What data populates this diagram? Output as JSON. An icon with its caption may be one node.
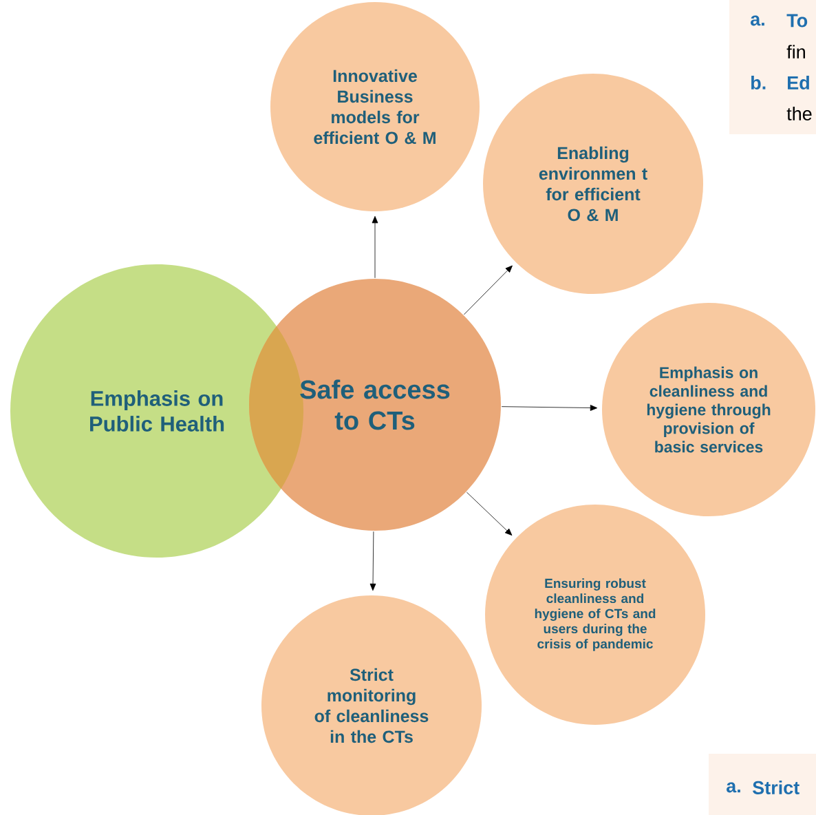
{
  "diagram": {
    "nodes": [
      {
        "text": [
          "Emphasis on Public Health"
        ]
      },
      {
        "text": [
          "Safe access to CTs"
        ]
      },
      {
        "text": [
          "Innovative Business models for efficient O & M"
        ]
      },
      {
        "text": [
          "Enabling environmen t for efficient O & M"
        ]
      },
      {
        "text": [
          "Emphasis on cleanliness and hygiene through provision of basic services"
        ]
      },
      {
        "text": [
          "Ensuring robust cleanliness and hygiene of CTs and users during the crisis of pandemic"
        ]
      },
      {
        "text": [
          "Strict monitoring of cleanliness in the CTs"
        ]
      }
    ],
    "edges": [
      {
        "from": 1,
        "to": 2,
        "arrow": "to"
      },
      {
        "from": 1,
        "to": 3,
        "arrow": "to"
      },
      {
        "from": 1,
        "to": 4,
        "arrow": "to"
      },
      {
        "from": 1,
        "to": 5,
        "arrow": "to"
      },
      {
        "from": 1,
        "to": 6,
        "arrow": "to"
      }
    ],
    "labels": [
      "a.",
      "To",
      "fin",
      "b.",
      "Ed",
      "the",
      "a.",
      "Strict"
    ]
  }
}
